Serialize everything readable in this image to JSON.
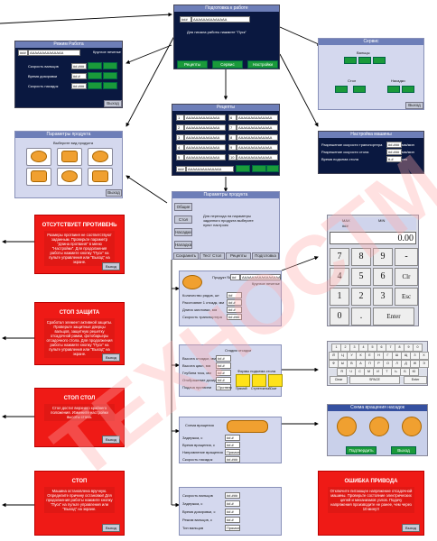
{
  "start": {
    "title": "Подготовка к работе",
    "field_code": "###",
    "field_value": "АААААААААААААА",
    "message": "Для начала работы нажмите \"Пуск\"",
    "tabs": [
      "Рецепты",
      "Сервис",
      "Настройки"
    ]
  },
  "mode": {
    "title": "Режим Работа",
    "field_code": "###",
    "field_value": "АААААААААААААА",
    "field_extra": "Круглое печенье",
    "rows": [
      {
        "label": "Скорость вальцов",
        "value": "##.###"
      },
      {
        "label": "Время дозировки",
        "value": "##.#"
      },
      {
        "label": "Скорость насадок",
        "value": "##.###"
      }
    ],
    "close": "Выход"
  },
  "service": {
    "title": "Сервис",
    "labels": [
      "Вальцы",
      "Стол",
      "Насадки"
    ],
    "close": "Выход"
  },
  "recipes": {
    "title": "Рецепты",
    "items": [
      {
        "n": "1",
        "name": "АААААААААААААА"
      },
      {
        "n": "6",
        "name": "АААААААААААААА"
      },
      {
        "n": "2",
        "name": "АААААААААААААА"
      },
      {
        "n": "7",
        "name": "АААААААААААААА"
      },
      {
        "n": "3",
        "name": "АААААААААААААА"
      },
      {
        "n": "8",
        "name": "АААААААААААААА"
      },
      {
        "n": "4",
        "name": "АААААААААААААА"
      },
      {
        "n": "9",
        "name": "АААААААААААААА"
      },
      {
        "n": "5",
        "name": "АААААААААААААА"
      },
      {
        "n": "10",
        "name": "АААААААААААААА"
      }
    ],
    "footer_code": "###",
    "footer_value": "АААААААААААААА"
  },
  "machine": {
    "title": "Настройка машины",
    "rows": [
      {
        "label": "Разрешение скорости транспортера",
        "value": "##.###",
        "unit": "мм/мин"
      },
      {
        "label": "Разрешение скорости стола",
        "value": "##.###",
        "unit": "мм/мин"
      },
      {
        "label": "Время подъема стола",
        "value": "#.#",
        "unit": "сек"
      }
    ]
  },
  "product_params": {
    "title": "Параметры продукта",
    "subtitle": "Выберите вид продукта",
    "close": "Выход"
  },
  "product_params2": {
    "title": "Параметры продукта",
    "side": [
      "Общие",
      "Стол",
      "Насадки",
      "Наладка"
    ],
    "text": "Для перехода на параметры заданного продукта выберите пункт настроек",
    "bottom": [
      "Сохранить",
      "Тест Стол",
      "Рецепты",
      "Подготовка"
    ]
  },
  "numpad": {
    "display_top": "MAX",
    "display_top2": "###",
    "display_mid": "MIN",
    "display_val": "0.00",
    "keys": [
      "7",
      "8",
      "9",
      "-",
      "4",
      "5",
      "6",
      "Clr",
      "1",
      "2",
      "3",
      "Esc",
      "0",
      ".",
      "Enter"
    ]
  },
  "keyboard": {
    "row1": [
      "1",
      "2",
      "3",
      "4",
      "5",
      "6",
      "7",
      "8",
      "9",
      "0"
    ],
    "row2": [
      "Й",
      "Ц",
      "У",
      "К",
      "Е",
      "Н",
      "Г",
      "Ш",
      "Щ",
      "З",
      "Х"
    ],
    "row3": [
      "Ф",
      "Ы",
      "В",
      "А",
      "П",
      "Р",
      "О",
      "Л",
      "Д",
      "Ж",
      "Э"
    ],
    "row4": [
      "Я",
      "Ч",
      "С",
      "М",
      "И",
      "Т",
      "Ь",
      "Б",
      "Ю"
    ],
    "space": "SPACE",
    "clear": "Clear",
    "enter": "Enter"
  },
  "rotation": {
    "title": "Схема вращения насадок",
    "confirm": "Подтвердить",
    "close": "Выход"
  },
  "general_params": {
    "rows": [
      {
        "label": "Количество рядов, шт",
        "value": "##"
      },
      {
        "label": "Расстояние 1 отсадк, мм",
        "value": "##.#"
      },
      {
        "label": "Длина заготовки, мм",
        "value": "##.#"
      },
      {
        "label": "Скорость транспортера",
        "value": "##.###"
      }
    ],
    "product_label": "Продукт №",
    "product_value": "##",
    "name_value": "АААААААААААААААА",
    "form_label": "Круглое печенье"
  },
  "table_params": {
    "title": "Стадия отсадки",
    "rows": [
      {
        "label": "Высота отсадки, мм",
        "value": "##.#"
      },
      {
        "label": "Высота цикл, мм",
        "value": "##.#"
      },
      {
        "label": "Глубина тиск, мм",
        "value": "##.#"
      },
      {
        "label": "Отображение дозировки, с",
        "value": "##.#"
      },
      {
        "label": "Подача протвини",
        "value": "Протвни"
      }
    ],
    "form_title": "Формы подъема стола",
    "forms": [
      "Прямой",
      "Ступенчатый",
      "Скат"
    ]
  },
  "nozzle_params": {
    "title": "Схема вращения",
    "rows": [
      {
        "label": "Задержка, с",
        "value": "##.#"
      },
      {
        "label": "Время вращения, с",
        "value": "##.#"
      },
      {
        "label": "Направление вращения",
        "value": "Прямое"
      },
      {
        "label": "Скорость насадок",
        "value": "##.###"
      }
    ]
  },
  "adjust_params": {
    "rows": [
      {
        "label": "Скорость вальцов",
        "value": "##.###"
      },
      {
        "label": "Задержка, с",
        "value": "##.#"
      },
      {
        "label": "Время дозировки, с",
        "value": "##.#"
      },
      {
        "label": "Режим вальцов, с",
        "value": "##.#"
      },
      {
        "label": "Тип вальцов",
        "value": "Прямое"
      }
    ]
  },
  "alarms": [
    {
      "title": "ОТСУТСТВУЕТ ПРОТИВЕНЬ",
      "body": "Размеры протвиня не соответствуют заданным. Проверьте параметр \"Длина протвиня\" в меню \"Настройки\". Для продолжения работы нажмите кнопку \"Пуск\" на пульте управления или \"Выход\" на экране.",
      "close": "Выход"
    },
    {
      "title": "СТОП ЗАЩИТА",
      "body": "Сработал элемент активной защиты. Проверьте защитные дверцы вальцов, защитную решетку отсадочной рамки, фотобарьеры отсадочного стола. Для продолжения работы нажмите кнопку \"Пуск\" на пульте управления или \"Выход\" на экране.",
      "close": "Выход"
    },
    {
      "title": "СТОП СТОЛ",
      "body": "Стол достиг верхнего крайнего положения. Измените настройки высоты стола.",
      "close": "Выход"
    },
    {
      "title": "СТОП",
      "body": "Машина остановлена вручную. Определите причину остановки! Для продолжения работы нажмите кнопку \"Пуск\" на пульте управления или \"Выход\" на экране.",
      "close": "Выход"
    },
    {
      "title": "ОШИБКА ПРИВОДА",
      "body": "Отключите питающее напряжение отсадочной машины. Проверьте состояние электрических цепей и механизмов узлов. Подачу напряжения производите не ранее, чем через 10 минут!",
      "close": "Выход"
    }
  ],
  "watermark": "TEXHOCTM",
  "colors": {
    "alarm": "#ef1a16",
    "screen_dark": "#0a1840",
    "screen_light": "#d4d8ee",
    "button_green": "#1a9a3a"
  }
}
